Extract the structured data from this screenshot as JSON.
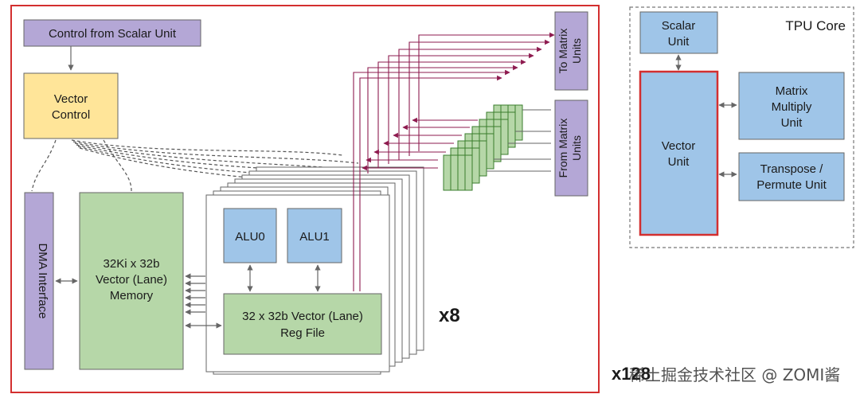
{
  "left_panel": {
    "control_from_scalar": "Control from Scalar Unit",
    "vector_control": [
      "Vector",
      "Control"
    ],
    "dma_interface": "DMA Interface",
    "vector_memory": [
      "32Ki x 32b",
      "Vector (Lane)",
      "Memory"
    ],
    "alu0": "ALU0",
    "alu1": "ALU1",
    "reg_file": [
      "32 x 32b Vector (Lane)",
      "Reg File"
    ],
    "to_matrix_units": [
      "To Matrix",
      "Units"
    ],
    "from_matrix_units": [
      "From Matrix",
      "Units"
    ],
    "multiplier_x8": "x8",
    "multiplier_x128": "x128"
  },
  "right_panel": {
    "title": "TPU Core",
    "scalar_unit": [
      "Scalar",
      "Unit"
    ],
    "vector_unit": [
      "Vector",
      "Unit"
    ],
    "matrix_multiply_unit": [
      "Matrix",
      "Multiply",
      "Unit"
    ],
    "transpose_permute_unit": [
      "Transpose /",
      "Permute Unit"
    ]
  },
  "watermark": "稀土掘金技术社区 @ ZOMI酱",
  "colors": {
    "outline_red": "#d32f2f",
    "purple": "#b4a7d6",
    "yellow": "#ffe599",
    "green": "#b6d7a8",
    "blue": "#9fc5e8",
    "wire_red": "#8e1b4f"
  }
}
